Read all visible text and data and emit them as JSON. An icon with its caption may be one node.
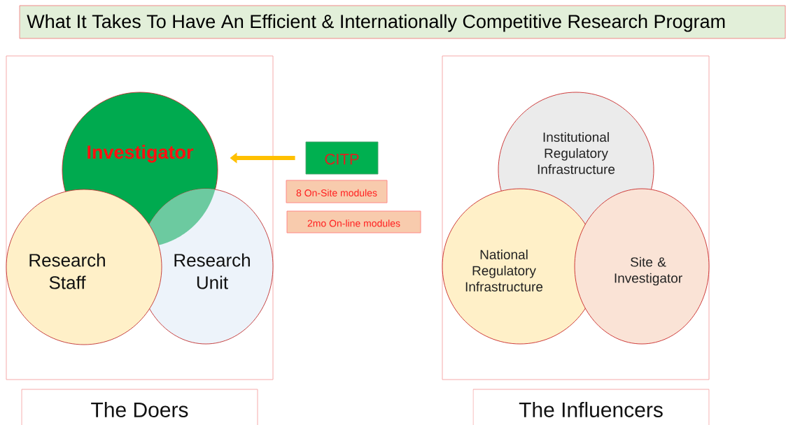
{
  "diagram": {
    "title": "What It Takes To Have An Efficient & Internationally Competitive Research Program",
    "nodes": [
      {
        "text": [],
        "shape": "box"
      },
      {
        "text": [
          "Investigator"
        ],
        "in": 0
      },
      {
        "text": [
          "Research Staff"
        ],
        "in": 0
      },
      {
        "text": [
          "Research Unit"
        ],
        "in": 0
      },
      {
        "text": [
          "CITP"
        ]
      },
      {
        "text": [
          "8 On-Site modules"
        ]
      },
      {
        "text": [
          "2mo On-line modules"
        ]
      },
      {
        "text": [],
        "shape": "box"
      },
      {
        "text": [
          "Institutional Regulatory Infrastructure"
        ],
        "in": 7
      },
      {
        "text": [
          "National Regulatory Infrastructure"
        ],
        "in": 7
      },
      {
        "text": [
          "Site & Investigator"
        ],
        "in": 7
      },
      {
        "text": [
          "The Doers"
        ]
      },
      {
        "text": [
          "The Influencers"
        ]
      },
      {
        "text": [],
        "shape": "lens"
      }
    ],
    "edges": [
      {
        "from": 4,
        "to": 1,
        "arrow": "to"
      }
    ]
  }
}
